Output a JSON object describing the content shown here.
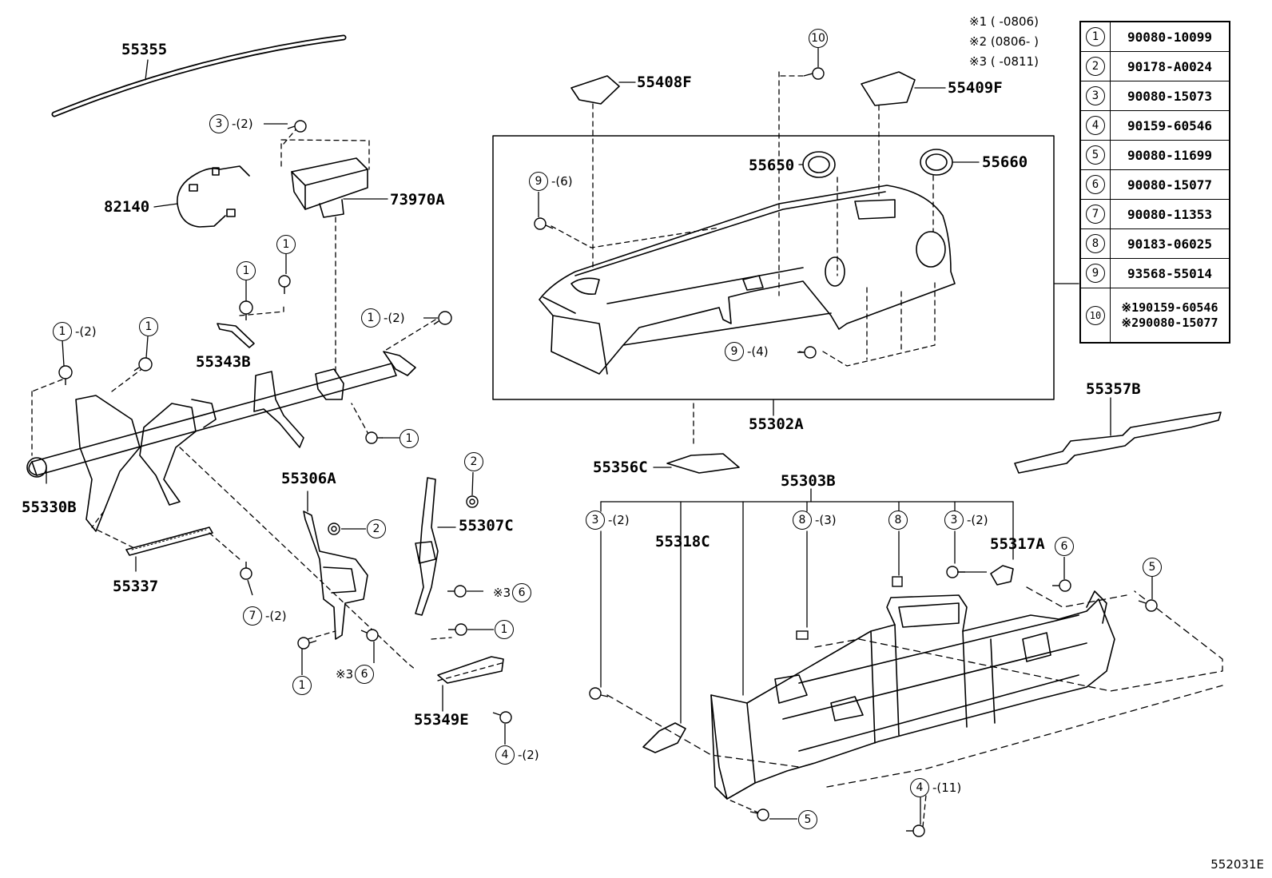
{
  "legend_notes": [
    "※1 (    -0806)",
    "※2 (0806-     )",
    "※3 (    -0811)"
  ],
  "legend": [
    {
      "index": "1",
      "parts": [
        "90080-10099"
      ]
    },
    {
      "index": "2",
      "parts": [
        "90178-A0024"
      ]
    },
    {
      "index": "3",
      "parts": [
        "90080-15073"
      ]
    },
    {
      "index": "4",
      "parts": [
        "90159-60546"
      ]
    },
    {
      "index": "5",
      "parts": [
        "90080-11699"
      ]
    },
    {
      "index": "6",
      "parts": [
        "90080-15077"
      ]
    },
    {
      "index": "7",
      "parts": [
        "90080-11353"
      ]
    },
    {
      "index": "8",
      "parts": [
        "90183-06025"
      ]
    },
    {
      "index": "9",
      "parts": [
        "93568-55014"
      ]
    },
    {
      "index": "10",
      "parts": [
        "※190159-60546",
        "※290080-15077"
      ]
    }
  ],
  "part_labels": {
    "p55355": "55355",
    "p82140": "82140",
    "p73970A": "73970A",
    "p55343B": "55343B",
    "p55330B": "55330B",
    "p55337": "55337",
    "p55306A": "55306A",
    "p55307C": "55307C",
    "p55349E": "55349E",
    "p55408F": "55408F",
    "p55409F": "55409F",
    "p55650": "55650",
    "p55660": "55660",
    "p55302A": "55302A",
    "p55356C": "55356C",
    "p55357B": "55357B",
    "p55303B": "55303B",
    "p55318C": "55318C",
    "p55317A": "55317A"
  },
  "callouts": {
    "c3_top": {
      "prefix": "",
      "num": "3",
      "qty": "-(2)"
    },
    "c10_top": {
      "prefix": "",
      "num": "10",
      "qty": ""
    },
    "c9_a": {
      "prefix": "",
      "num": "9",
      "qty": "-(6)"
    },
    "c1_a": {
      "prefix": "",
      "num": "1",
      "qty": ""
    },
    "c1_b": {
      "prefix": "",
      "num": "1",
      "qty": ""
    },
    "c1_c": {
      "prefix": "",
      "num": "1",
      "qty": "-(2)"
    },
    "c1_d": {
      "prefix": "",
      "num": "1",
      "qty": ""
    },
    "c1_e": {
      "prefix": "",
      "num": "1",
      "qty": "-(2)"
    },
    "c9_b": {
      "prefix": "",
      "num": "9",
      "qty": "-(4)"
    },
    "c1_f": {
      "prefix": "",
      "num": "1",
      "qty": ""
    },
    "c2_a": {
      "prefix": "",
      "num": "2",
      "qty": ""
    },
    "c2_b": {
      "prefix": "",
      "num": "2",
      "qty": ""
    },
    "c7_a": {
      "prefix": "",
      "num": "7",
      "qty": "-(2)"
    },
    "c6_a": {
      "prefix": "※3",
      "num": "6",
      "qty": ""
    },
    "c1_g": {
      "prefix": "",
      "num": "1",
      "qty": ""
    },
    "c1_h": {
      "prefix": "",
      "num": "1",
      "qty": ""
    },
    "c6_b": {
      "prefix": "※3",
      "num": "6",
      "qty": ""
    },
    "c4_a": {
      "prefix": "",
      "num": "4",
      "qty": "-(2)"
    },
    "c3_b": {
      "prefix": "",
      "num": "3",
      "qty": "-(2)"
    },
    "c8_a": {
      "prefix": "",
      "num": "8",
      "qty": "-(3)"
    },
    "c8_b": {
      "prefix": "",
      "num": "8",
      "qty": ""
    },
    "c3_c": {
      "prefix": "",
      "num": "3",
      "qty": "-(2)"
    },
    "c6_c": {
      "prefix": "",
      "num": "6",
      "qty": ""
    },
    "c5_a": {
      "prefix": "",
      "num": "5",
      "qty": ""
    },
    "c4_b": {
      "prefix": "",
      "num": "4",
      "qty": "-(11)"
    },
    "c5_b": {
      "prefix": "",
      "num": "5",
      "qty": ""
    }
  },
  "reference": "552031E"
}
